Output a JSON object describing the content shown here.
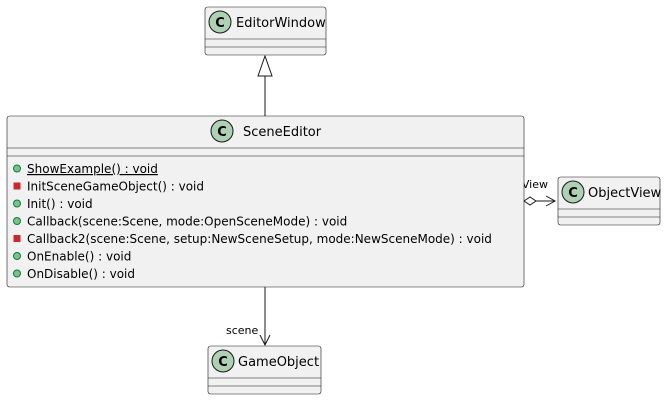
{
  "classes": {
    "editor_window": {
      "name": "EditorWindow",
      "badge": "C"
    },
    "scene_editor": {
      "name": "SceneEditor",
      "badge": "C",
      "methods": [
        {
          "text": "ShowExample() : void",
          "visibility": "public",
          "static": true
        },
        {
          "text": "InitSceneGameObject() : void",
          "visibility": "private",
          "static": false
        },
        {
          "text": "Init() : void",
          "visibility": "public",
          "static": false
        },
        {
          "text": "Callback(scene:Scene, mode:OpenSceneMode) : void",
          "visibility": "public",
          "static": false
        },
        {
          "text": "Callback2(scene:Scene, setup:NewSceneSetup, mode:NewSceneMode) : void",
          "visibility": "private",
          "static": false
        },
        {
          "text": "OnEnable() : void",
          "visibility": "public",
          "static": false
        },
        {
          "text": "OnDisable() : void",
          "visibility": "public",
          "static": false
        }
      ]
    },
    "object_view": {
      "name": "ObjectView",
      "badge": "C"
    },
    "game_object": {
      "name": "GameObject",
      "badge": "C"
    }
  },
  "relations": {
    "object_view_role": "objectView",
    "scene_role": "scene"
  },
  "colors": {
    "class_fill": "#F1F1F1",
    "border": "#181818",
    "badge_fill": "#ADD1B2",
    "public_fill": "#84BE84",
    "public_stroke": "#038048",
    "private_fill": "#C82930"
  }
}
